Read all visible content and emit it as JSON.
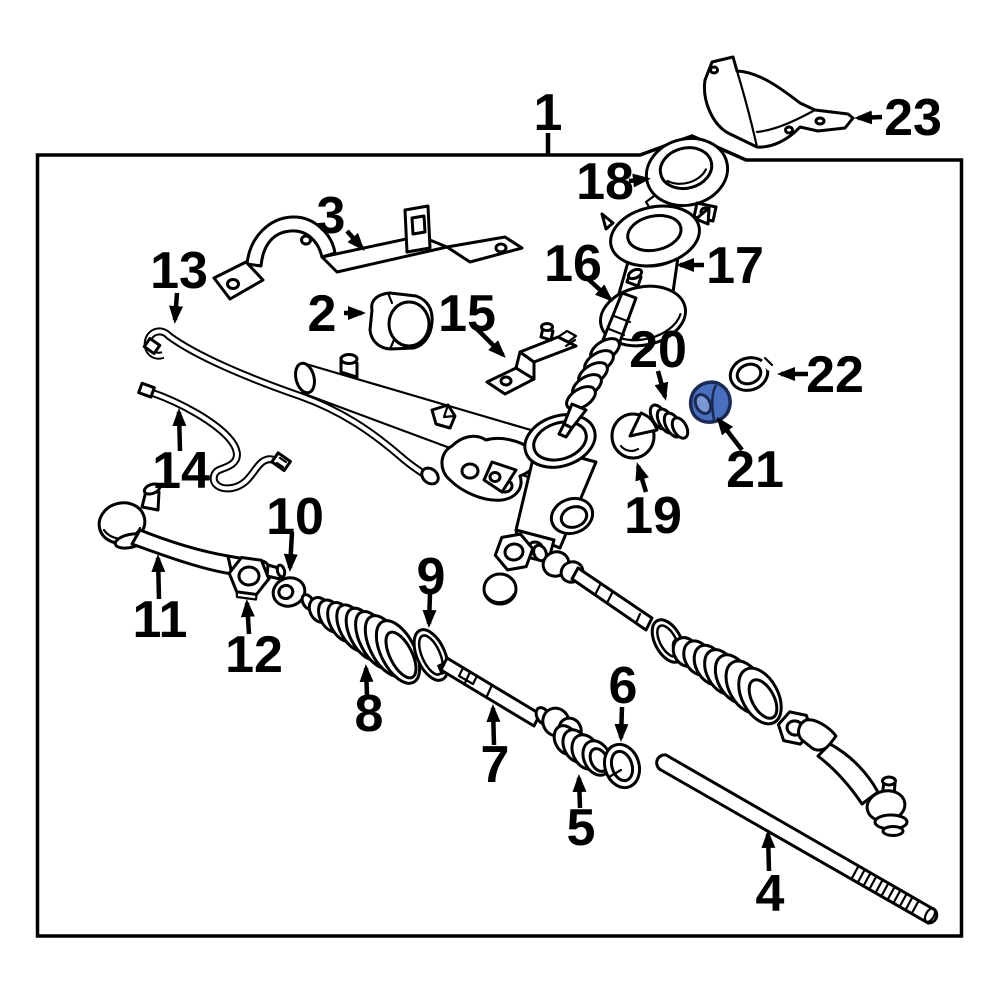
{
  "diagram": {
    "kind": "exploded-parts-diagram",
    "background_color": "#ffffff",
    "line_color": "#000000",
    "highlighted_callout": "21",
    "highlight_fill": "#4a6fbe",
    "highlight_stroke": "#1b2a55",
    "callouts": [
      {
        "label": "1"
      },
      {
        "label": "2"
      },
      {
        "label": "3"
      },
      {
        "label": "4"
      },
      {
        "label": "5"
      },
      {
        "label": "6"
      },
      {
        "label": "7"
      },
      {
        "label": "8"
      },
      {
        "label": "9"
      },
      {
        "label": "10"
      },
      {
        "label": "11"
      },
      {
        "label": "12"
      },
      {
        "label": "13"
      },
      {
        "label": "14"
      },
      {
        "label": "15"
      },
      {
        "label": "16"
      },
      {
        "label": "17"
      },
      {
        "label": "18"
      },
      {
        "label": "19"
      },
      {
        "label": "20"
      },
      {
        "label": "21"
      },
      {
        "label": "22"
      },
      {
        "label": "23"
      }
    ]
  }
}
